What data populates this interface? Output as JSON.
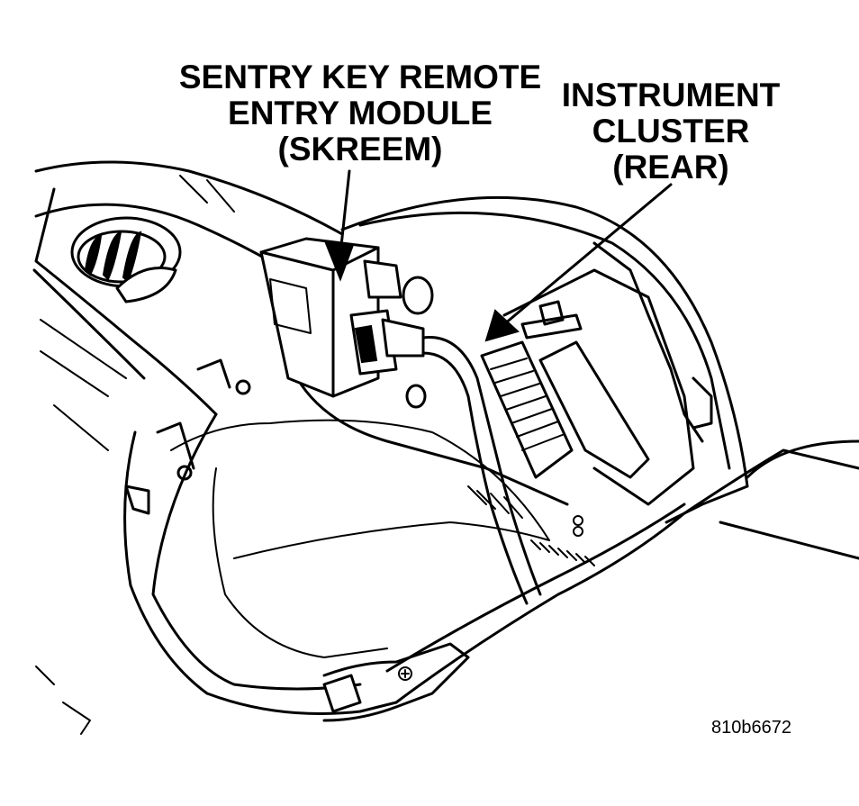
{
  "labels": {
    "skreem": [
      "SENTRY KEY REMOTE",
      "ENTRY MODULE",
      "(SKREEM)"
    ],
    "cluster": [
      "INSTRUMENT",
      "CLUSTER",
      "(REAR)"
    ]
  },
  "figure_id": "810b6672"
}
